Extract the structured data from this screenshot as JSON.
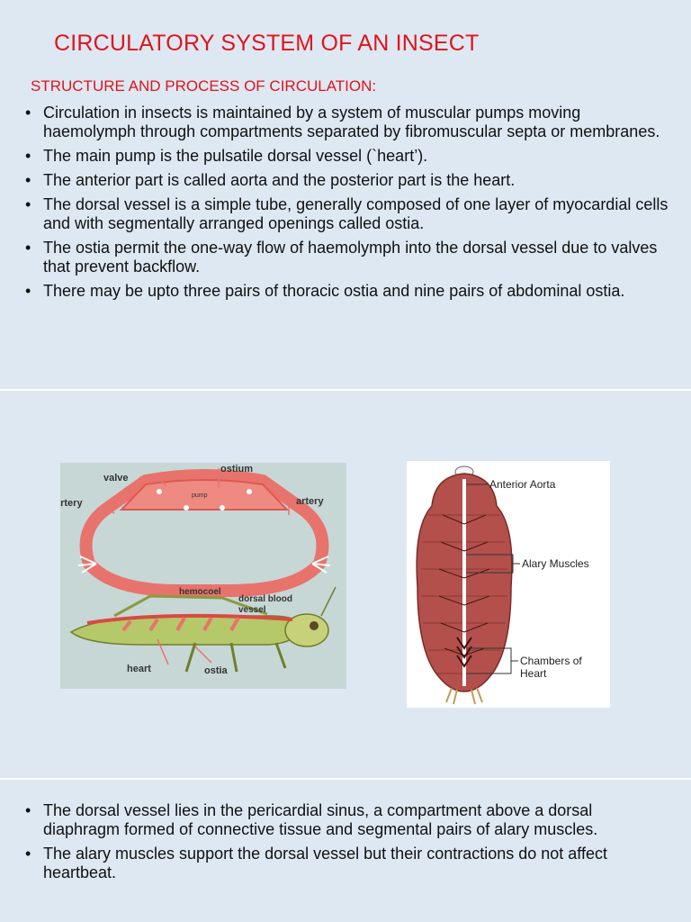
{
  "slide1": {
    "title": "CIRCULATORY SYSTEM OF AN INSECT",
    "subtitle": "STRUCTURE AND PROCESS OF CIRCULATION:",
    "bullet_char": "•",
    "bullets": [
      "Circulation in insects is maintained by a system of muscular pumps moving haemolymph through compartments separated by fibromuscular septa or membranes.",
      "The main pump is the pulsatile dorsal vessel (`heart’).",
      "The anterior part is called aorta and the posterior part is the heart.",
      "The dorsal vessel is a simple tube, generally composed of one layer of myocardial cells and with segmentally arranged openings called ostia.",
      "The ostia permit the one-way flow of haemolymph into the dorsal vessel due to valves that prevent backflow.",
      " There may be upto three pairs of thoracic ostia and nine pairs of abdominal ostia."
    ]
  },
  "slide2": {
    "left_figure": {
      "labels": {
        "ostium": "ostium",
        "valve": "valve",
        "pump": "pump",
        "artery_left": "artery",
        "artery_right": "artery",
        "hemocoel": "hemocoel",
        "dorsal_blood": "dorsal blood",
        "vessel": "vessel",
        "heart": "heart",
        "ostia": "ostia"
      }
    },
    "right_figure": {
      "labels": {
        "anterior_aorta": "Anterior Aorta",
        "alary_muscles": "Alary Muscles",
        "chambers_of": "Chambers of",
        "heart": "Heart"
      }
    }
  },
  "slide3": {
    "bullet_char": "•",
    "bullets": [
      "The dorsal vessel lies in the pericardial sinus, a compartment above a dorsal diaphragm formed of connective tissue and segmental pairs of alary muscles.",
      "The alary muscles support the dorsal vessel but their contractions do not affect heartbeat."
    ]
  },
  "colors": {
    "slide_background": "#dde8f2",
    "heading_red": "#e0141c",
    "body_text": "#111111",
    "vessel_red": "#e8736c",
    "insect_green": "#b5c86a",
    "dorsal_vessel_brown": "#b3504c"
  }
}
